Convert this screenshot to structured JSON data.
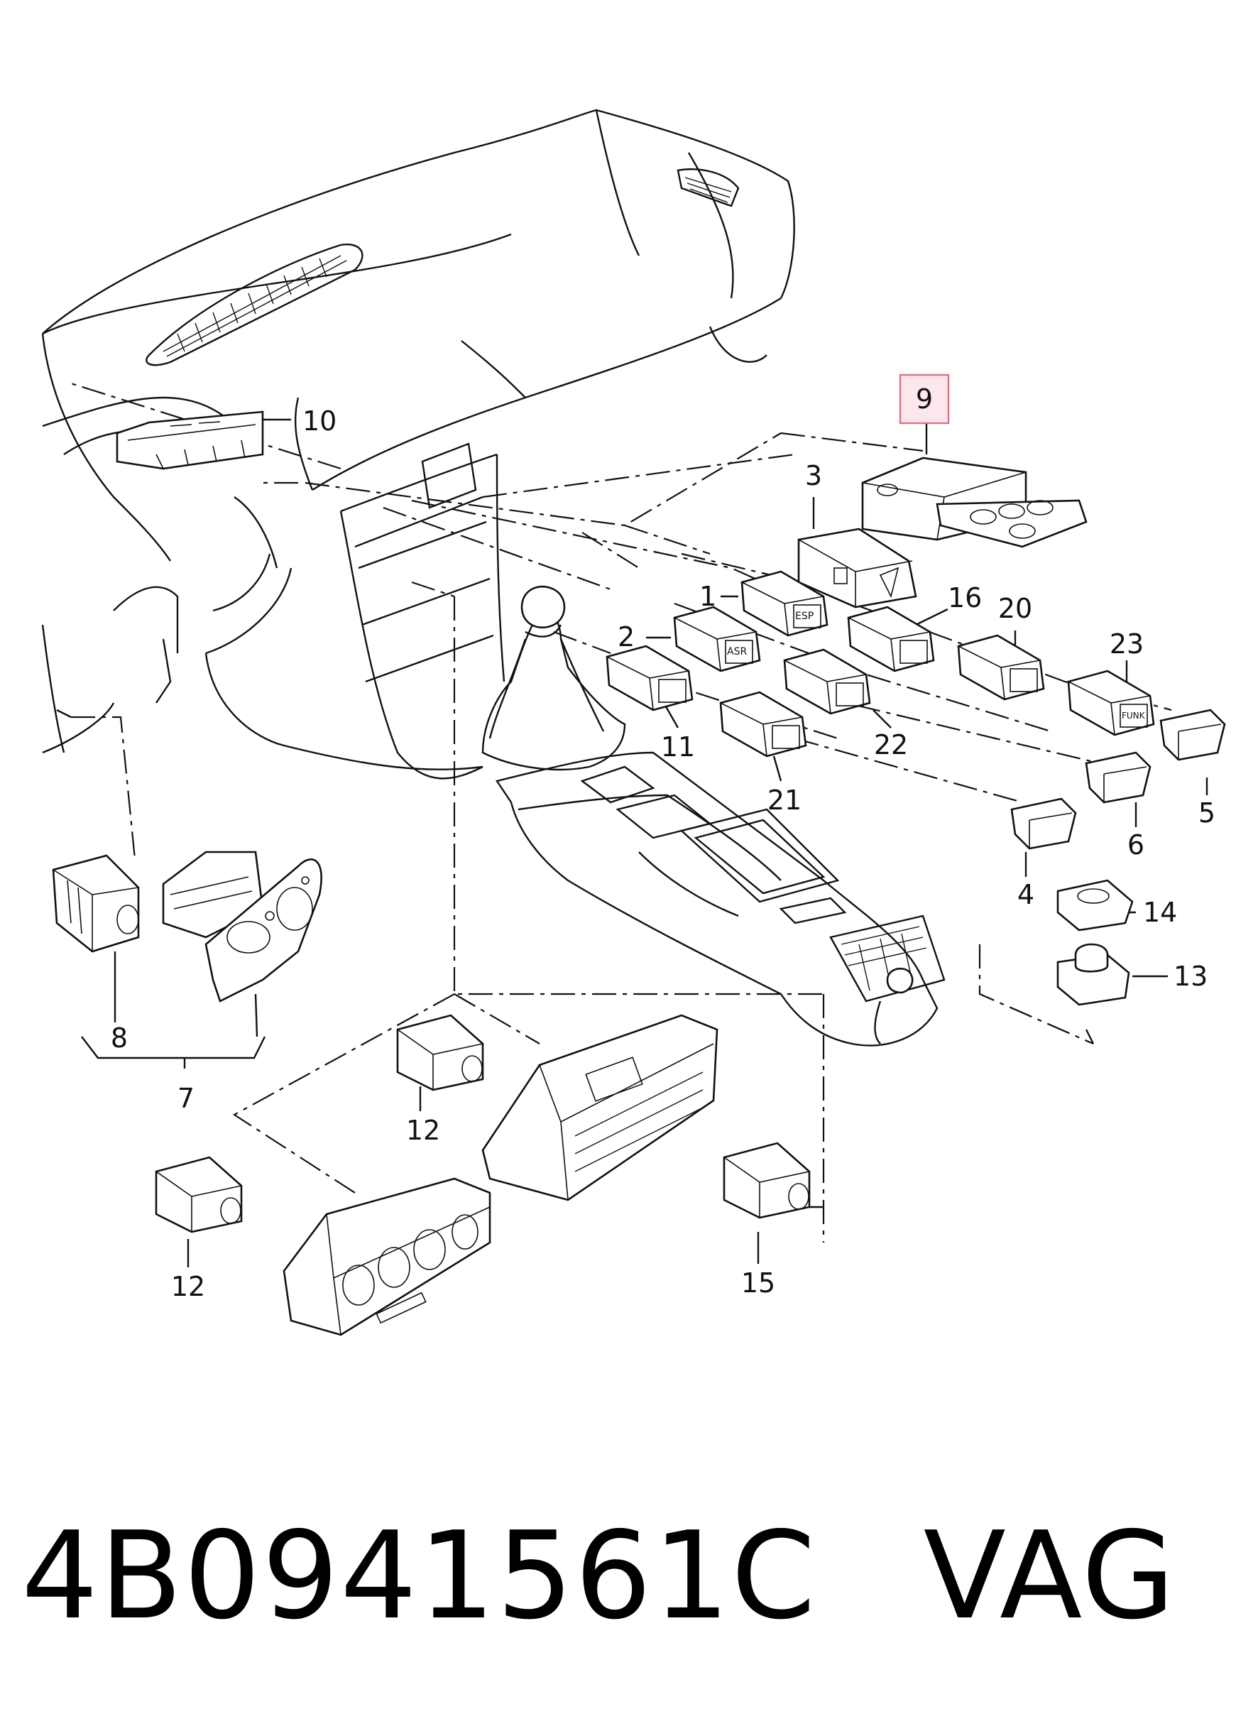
{
  "diagram": {
    "highlighted_label": "9",
    "highlight_color": "#e07080",
    "labels": [
      "1",
      "2",
      "3",
      "4",
      "5",
      "6",
      "7",
      "8",
      "9",
      "10",
      "11",
      "12",
      "12",
      "13",
      "14",
      "15",
      "16",
      "20",
      "21",
      "22",
      "23"
    ],
    "switch_texts": {
      "esp": "ESP",
      "asr": "ASR",
      "funk": "FUNK"
    }
  },
  "footer": {
    "part_number": "4B0941561C",
    "brand": "VAG"
  }
}
